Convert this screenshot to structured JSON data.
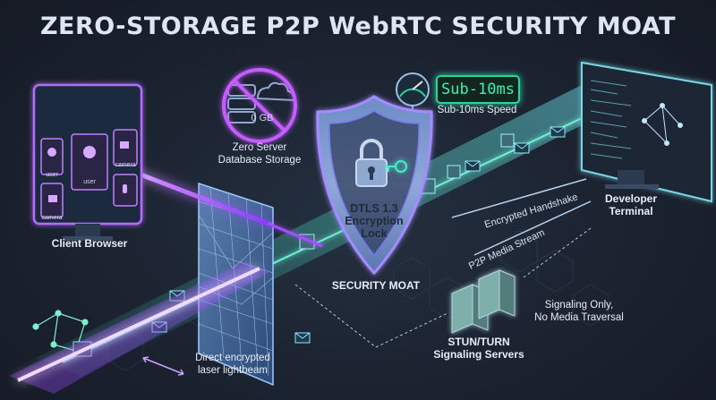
{
  "title": "ZERO-STORAGE P2P WebRTC SECURITY MOAT",
  "labels": {
    "client_browser": "Client Browser",
    "zero_storage_line1": "Zero Server",
    "zero_storage_line2": "Database Storage",
    "storage_capacity": "0 GB",
    "speed_display": "Sub-10ms",
    "speed_label": "Sub-10ms Speed",
    "shield_line1": "DTLS 1.3",
    "shield_line2": "Encryption",
    "shield_line3": "Lock",
    "security_moat": "SECURITY MOAT",
    "developer_line1": "Developer",
    "developer_line2": "Terminal",
    "encrypted_handshake": "Encrypted Handshake",
    "p2p_media_stream": "P2P Media Stream",
    "signaling_only_line1": "Signaling Only,",
    "signaling_only_line2": "No Media Traversal",
    "stun_line1": "STUN/TURN",
    "stun_line2": "Signaling Servers",
    "laser_line1": "Direct encrypted",
    "laser_line2": "laser lightbeam"
  },
  "browser_tiles": [
    "user",
    "user",
    "camera",
    "camera"
  ],
  "icons": [
    "database-icon",
    "cloud-icon",
    "prohibited-icon",
    "speedometer-icon",
    "padlock-icon",
    "key-icon",
    "server-icon",
    "monitor-icon",
    "envelope-icon"
  ],
  "colors": {
    "background": "#1b2230",
    "laser_purple": "#b65cff",
    "beam_cyan": "#4fe6c6",
    "speed_green": "#29d39a",
    "shield_glow": "#7c6cff"
  }
}
